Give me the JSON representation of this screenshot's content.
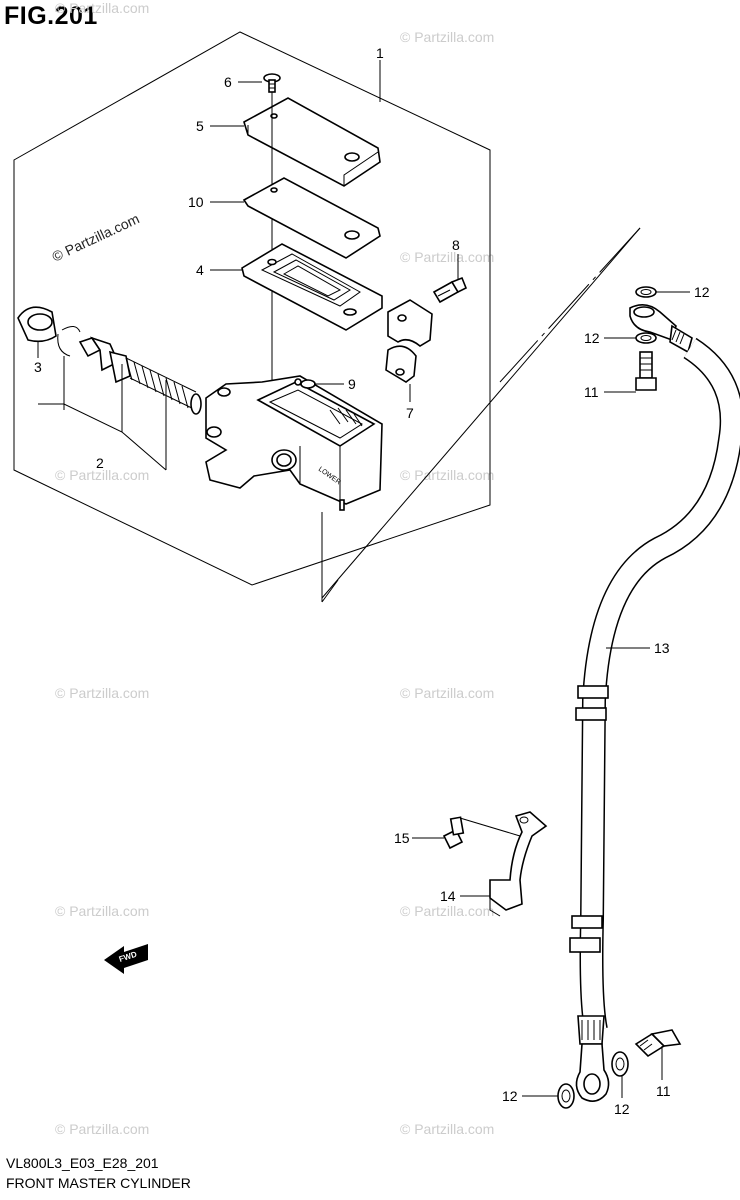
{
  "figure": {
    "title": "FIG.201",
    "code": "VL800L3_E03_E28_201",
    "caption": "FRONT MASTER CYLINDER"
  },
  "watermark": "© Partzilla.com",
  "fwd_label": "FWD",
  "cylinder_marking": "LOWER",
  "callouts": {
    "c1": "1",
    "c2": "2",
    "c3": "3",
    "c4": "4",
    "c5": "5",
    "c6": "6",
    "c7": "7",
    "c8": "8",
    "c9": "9",
    "c10": "10",
    "c11a": "11",
    "c11b": "11",
    "c12a": "12",
    "c12b": "12",
    "c12c": "12",
    "c12d": "12",
    "c13": "13",
    "c14": "14",
    "c15": "15"
  }
}
